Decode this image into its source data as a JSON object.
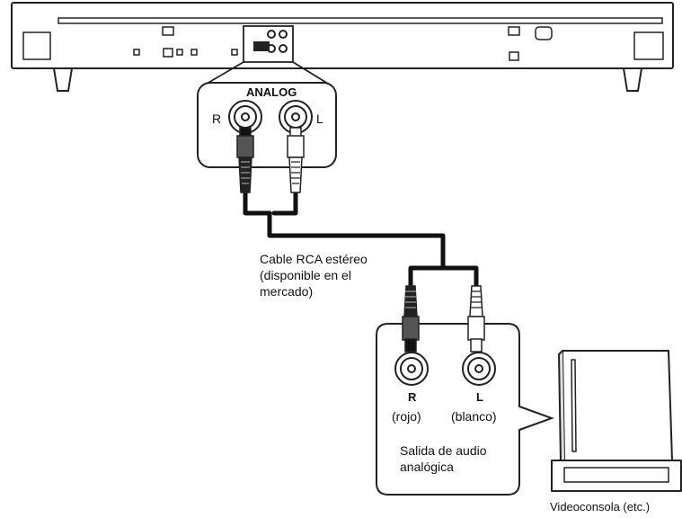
{
  "soundbar": {
    "panel_label": "ANALOG",
    "right_jack": "R",
    "left_jack": "L"
  },
  "cable": {
    "caption_lines": [
      "Cable RCA estéreo",
      "(disponible en el",
      "mercado)"
    ]
  },
  "source": {
    "right_jack": "R",
    "right_color": "(rojo)",
    "left_jack": "L",
    "left_color": "(blanco)",
    "output_lines": [
      "Salida de audio",
      "analógica"
    ]
  },
  "device": {
    "label": "Videoconsola (etc.)"
  }
}
